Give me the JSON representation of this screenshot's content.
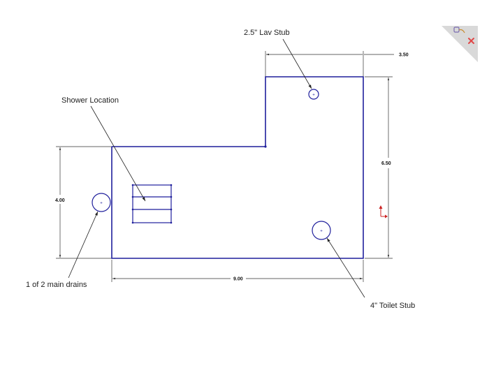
{
  "colors": {
    "outline": "#1f1f9c",
    "dimension": "#333333",
    "text": "#222222",
    "triad_red": "#cc2222",
    "corner_badge_bg": "#d9d9d9"
  },
  "labels": {
    "lav_stub": "2.5\" Lav Stub",
    "shower_location": "Shower Location",
    "main_drains": "1 of 2 main drains",
    "toilet_stub": "4\" Toilet Stub"
  },
  "dimensions": {
    "upper_width": "3.50",
    "right_height": "6.50",
    "left_height": "4.00",
    "bottom_width": "9.00"
  },
  "icons": {
    "corner_badge": "view-orientation-icon",
    "triad": "axis-triad-icon",
    "center_mark": "center-mark-icon"
  }
}
